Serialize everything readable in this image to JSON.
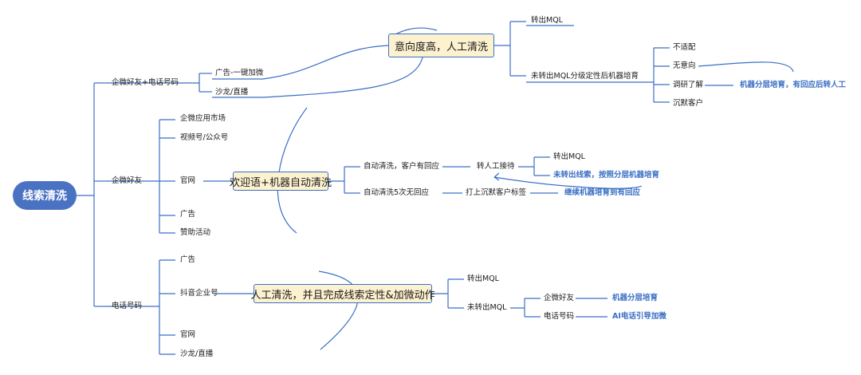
{
  "root": "线索清洗",
  "branches": {
    "b1": {
      "label": "企微好友+电话号码",
      "child1": "广告-一键加微",
      "child2": "沙龙/直播",
      "highlight": "意向度高，人工清洗",
      "out1": "转出MQL",
      "out2": "未转出MQL分级定性后机器培育",
      "sub": [
        "不适配",
        "无意向",
        "调研了解",
        "沉默客户"
      ],
      "note": "机器分层培育，有回应后转人工"
    },
    "b2": {
      "label": "企微好友",
      "sources": [
        "企微应用市场",
        "视频号/公众号",
        "官网",
        "广告",
        "赞助活动"
      ],
      "highlight": "欢迎语+机器自动清洗",
      "flow1": "自动清洗，客户有回应",
      "flow1_next": "转人工接待",
      "flow1_out1": "转出MQL",
      "flow1_out2": "未转出线索，按照分层机器培育",
      "flow2": "自动清洗5次无回应",
      "flow2_next": "打上沉默客户标签",
      "flow2_note": "继续机器培育到有回应"
    },
    "b3": {
      "label": "电话号码",
      "sources": [
        "广告",
        "抖音企业号",
        "官网",
        "沙龙/直播"
      ],
      "highlight": "人工清洗，并且完成线索定性&加微动作",
      "out1": "转出MQL",
      "out2": "未转出MQL",
      "sub1": "企微好友",
      "sub1_note": "机器分层培育",
      "sub2": "电话号码",
      "sub2_note": "AI电话引导加微"
    }
  },
  "colors": {
    "line": "#3b6fc4",
    "root_fill": "#4a72c2",
    "highlight_fill": "#fdf2d0",
    "note_text": "#3b6fc4"
  }
}
